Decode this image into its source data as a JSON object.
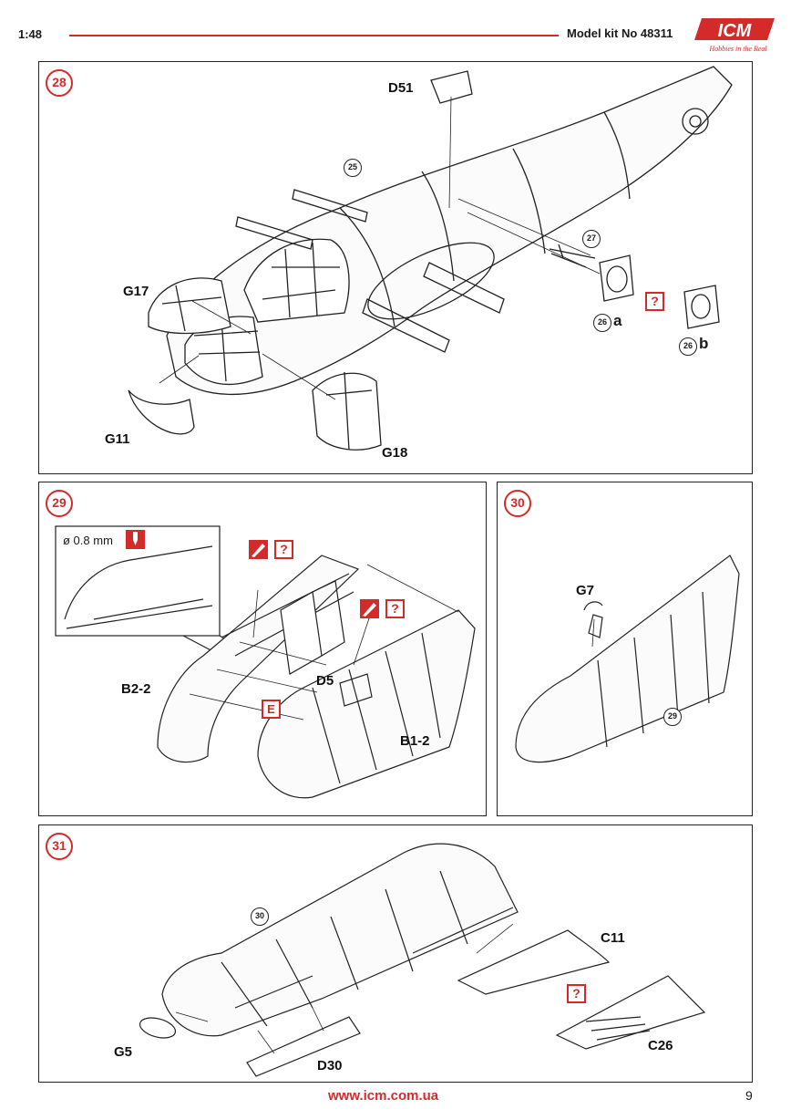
{
  "header": {
    "scale": "1:48",
    "kit": "Model kit No 48311",
    "logo": "ICM",
    "logo_tagline": "Hobbies in the Real"
  },
  "footer": {
    "url": "www.icm.com.ua",
    "page": "9"
  },
  "steps": {
    "s28": {
      "number": "28",
      "parts": {
        "d51": "D51",
        "g17": "G17",
        "g11": "G11",
        "g18": "G18"
      },
      "refs": {
        "r25": "25",
        "r27": "27",
        "r26a": "26",
        "r26a_sub": "a",
        "r26b": "26",
        "r26b_sub": "b"
      },
      "question": "?"
    },
    "s29": {
      "number": "29",
      "detail": "ø 0.8 mm",
      "parts": {
        "b22": "B2-2",
        "d5": "D5",
        "b12": "B1-2"
      },
      "option": "E",
      "question1": "?",
      "question2": "?"
    },
    "s30": {
      "number": "30",
      "parts": {
        "g7": "G7"
      },
      "refs": {
        "r29": "29"
      }
    },
    "s31": {
      "number": "31",
      "parts": {
        "c11": "C11",
        "g5": "G5",
        "d30": "D30",
        "c26": "C26"
      },
      "refs": {
        "r30": "30"
      },
      "question": "?"
    }
  },
  "colors": {
    "accent": "#d42a2a",
    "line": "#222222"
  }
}
